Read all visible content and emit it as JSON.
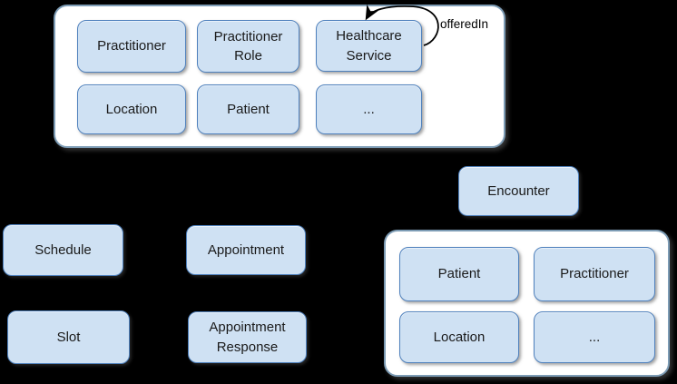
{
  "diagram": {
    "colors": {
      "background": "#000000",
      "container_fill": "#ffffff",
      "container_border": "#7d9cb5",
      "box_fill": "#cfe1f3",
      "box_border": "#4f81bd",
      "text": "#1a1a1a",
      "arrow": "#000000"
    },
    "top_group": {
      "self_loop_label": "offeredIn",
      "boxes": [
        {
          "label": "Practitioner"
        },
        {
          "label": "Practitioner Role"
        },
        {
          "label": "Healthcare Service"
        },
        {
          "label": "Location"
        },
        {
          "label": "Patient"
        },
        {
          "label": "..."
        }
      ]
    },
    "standalone": [
      {
        "label": "Schedule"
      },
      {
        "label": "Appointment"
      },
      {
        "label": "Slot"
      },
      {
        "label": "Appointment Response"
      },
      {
        "label": "Encounter"
      }
    ],
    "bottom_right_group": {
      "boxes": [
        {
          "label": "Patient"
        },
        {
          "label": "Practitioner"
        },
        {
          "label": "Location"
        },
        {
          "label": "..."
        }
      ]
    }
  }
}
